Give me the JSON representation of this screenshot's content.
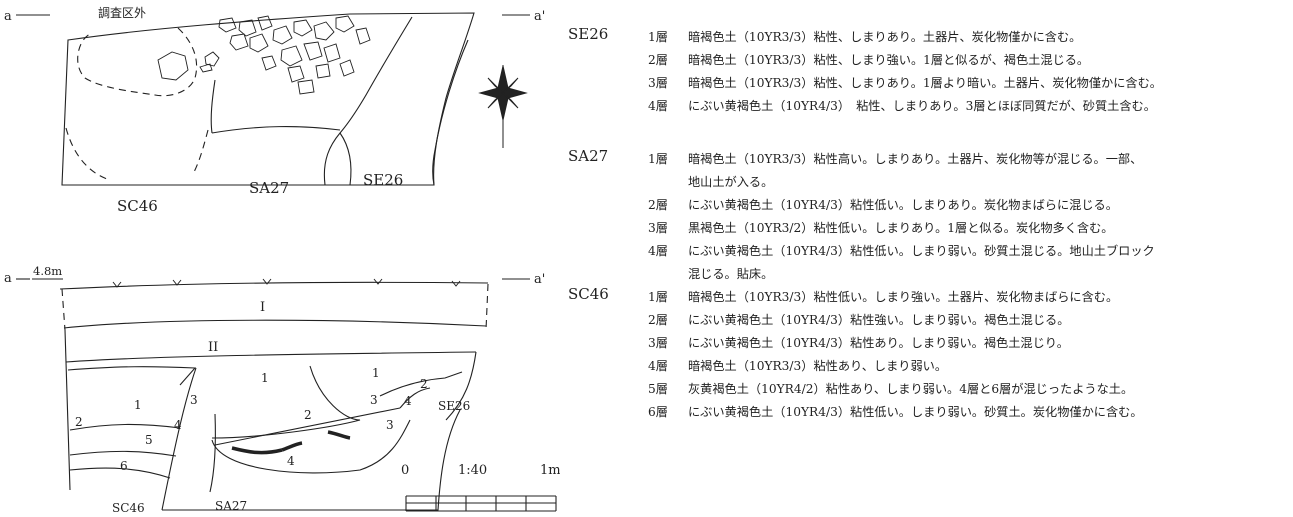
{
  "plan": {
    "left_marker": "a",
    "right_marker": "a'",
    "outside_label": "調査区外",
    "labels": {
      "sc46": "SC46",
      "sa27": "SA27",
      "se26": "SE26"
    }
  },
  "section": {
    "left_marker": "a",
    "right_marker": "a'",
    "elevation": "4.8m",
    "roman": {
      "one": "I",
      "two": "II"
    },
    "layers": {
      "l1a": "1",
      "l1b": "1",
      "l1c": "1",
      "l2a": "2",
      "l2b": "2",
      "l2c": "2",
      "l3a": "3",
      "l3b": "3",
      "l3c": "3",
      "l4a": "4",
      "l4b": "4",
      "l4c": "4",
      "l5": "5",
      "l6": "6"
    },
    "labels": {
      "se26": "SE26",
      "sc46": "SC46",
      "sa27": "SA27"
    }
  },
  "scale": {
    "zero": "0",
    "ratio": "1:40",
    "max": "1m"
  },
  "legend": {
    "SE26": {
      "name": "SE26",
      "rows": [
        {
          "layer": "1層",
          "text": "暗褐色土（10YR3/3）粘性、しまりあり。土器片、炭化物僅かに含む。"
        },
        {
          "layer": "2層",
          "text": "暗褐色土（10YR3/3）粘性、しまり強い。1層と似るが、褐色土混じる。"
        },
        {
          "layer": "3層",
          "text": "暗褐色土（10YR3/3）粘性、しまりあり。1層より暗い。土器片、炭化物僅かに含む。"
        },
        {
          "layer": "4層",
          "text": "にぶい黄褐色土（10YR4/3）　粘性、しまりあり。3層とほぼ同質だが、砂質土含む。"
        }
      ]
    },
    "SA27": {
      "name": "SA27",
      "rows": [
        {
          "layer": "1層",
          "text": "暗褐色土（10YR3/3）粘性高い。しまりあり。土器片、炭化物等が混じる。一部、"
        },
        {
          "layer": "",
          "text": "地山土が入る。"
        },
        {
          "layer": "2層",
          "text": "にぶい黄褐色土（10YR4/3）粘性低い。しまりあり。炭化物まばらに混じる。"
        },
        {
          "layer": "3層",
          "text": "黒褐色土（10YR3/2）粘性低い。しまりあり。1層と似る。炭化物多く含む。"
        },
        {
          "layer": "4層",
          "text": "にぶい黄褐色土（10YR4/3）粘性低い。しまり弱い。砂質土混じる。地山土ブロック"
        },
        {
          "layer": "",
          "text": "混じる。貼床。"
        }
      ]
    },
    "SC46": {
      "name": "SC46",
      "rows": [
        {
          "layer": "1層",
          "text": "暗褐色土（10YR3/3）粘性低い。しまり強い。土器片、炭化物まばらに含む。"
        },
        {
          "layer": "2層",
          "text": "にぶい黄褐色土（10YR4/3）粘性強い。しまり弱い。褐色土混じる。"
        },
        {
          "layer": "3層",
          "text": "にぶい黄褐色土（10YR4/3）粘性あり。しまり弱い。褐色土混じり。"
        },
        {
          "layer": "4層",
          "text": "暗褐色土（10YR3/3）粘性あり、しまり弱い。"
        },
        {
          "layer": "5層",
          "text": "灰黄褐色土（10YR4/2）粘性あり、しまり弱い。4層と6層が混じったような土。"
        },
        {
          "layer": "6層",
          "text": "にぶい黄褐色土（10YR4/3）粘性低い。しまり弱い。砂質土。炭化物僅かに含む。"
        }
      ]
    }
  },
  "colors": {
    "line": "#222222",
    "paper": "#ffffff"
  }
}
